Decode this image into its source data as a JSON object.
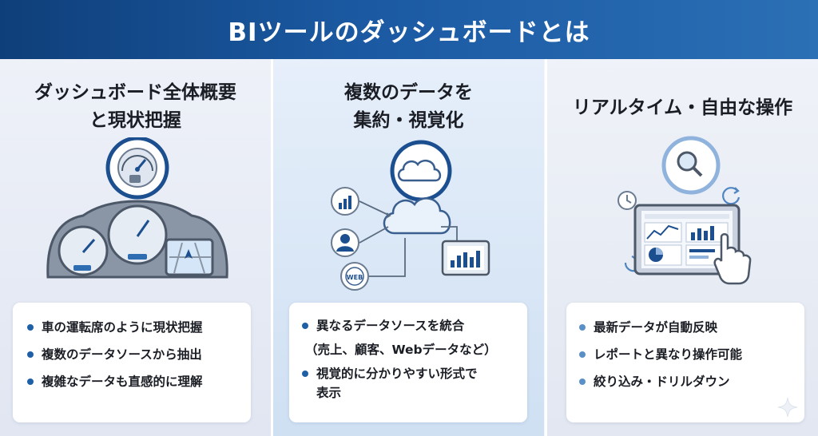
{
  "header": {
    "title": "BIツールのダッシュボードとは"
  },
  "panels": [
    {
      "title_line1": "ダッシュボード全体概要",
      "title_line2": "と現状把握",
      "bullets": [
        "車の運転席のように現状把握",
        "複数のデータソースから抽出",
        "複雑なデータも直感的に理解"
      ]
    },
    {
      "title_line1": "複数のデータを",
      "title_line2": "集約・視覚化",
      "bullets": [
        "異なるデータソースを統合",
        "（売上、顧客、Webデータなど）",
        "視覚的に分かりやすい形式で",
        "表示"
      ],
      "web_label": "WEB"
    },
    {
      "title_line1": "リアルタイム・自由な操作",
      "bullets": [
        "最新データが自動反映",
        "レポートと異なり操作可能",
        "絞り込み・ドリルダウン"
      ]
    }
  ],
  "colors": {
    "header": "#1b5aa3",
    "accent": "#1f5fa6",
    "icon_ring": "#1c4f8f"
  }
}
